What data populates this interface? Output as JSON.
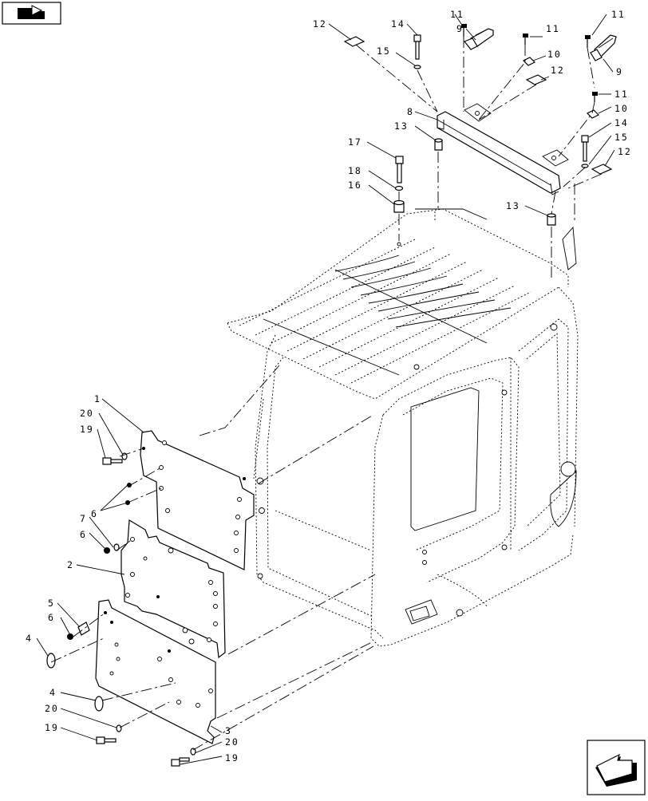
{
  "diagram": {
    "nav": {
      "top_icon": "folder-arrow-icon",
      "bottom_icon": "next-page-arrow-icon"
    },
    "callouts": [
      {
        "id": "c12a",
        "text": "12"
      },
      {
        "id": "c14a",
        "text": "14"
      },
      {
        "id": "c15a",
        "text": "15"
      },
      {
        "id": "c11a",
        "text": "11"
      },
      {
        "id": "c9a",
        "text": "9"
      },
      {
        "id": "c11b",
        "text": "11"
      },
      {
        "id": "c10a",
        "text": "10"
      },
      {
        "id": "c12b",
        "text": "12"
      },
      {
        "id": "c11c",
        "text": "11"
      },
      {
        "id": "c9b",
        "text": "9"
      },
      {
        "id": "c11d",
        "text": "11"
      },
      {
        "id": "c10b",
        "text": "10"
      },
      {
        "id": "c14b",
        "text": "14"
      },
      {
        "id": "c15b",
        "text": "15"
      },
      {
        "id": "c12c",
        "text": "12"
      },
      {
        "id": "c8",
        "text": "8"
      },
      {
        "id": "c13a",
        "text": "13"
      },
      {
        "id": "c13b",
        "text": "13"
      },
      {
        "id": "c17",
        "text": "17"
      },
      {
        "id": "c18",
        "text": "18"
      },
      {
        "id": "c16",
        "text": "16"
      },
      {
        "id": "c1",
        "text": "1"
      },
      {
        "id": "c20a",
        "text": "20"
      },
      {
        "id": "c19a",
        "text": "19"
      },
      {
        "id": "c6a",
        "text": "6"
      },
      {
        "id": "c7",
        "text": "7"
      },
      {
        "id": "c6b",
        "text": "6"
      },
      {
        "id": "c2",
        "text": "2"
      },
      {
        "id": "c5",
        "text": "5"
      },
      {
        "id": "c6c",
        "text": "6"
      },
      {
        "id": "c4a",
        "text": "4"
      },
      {
        "id": "c4b",
        "text": "4"
      },
      {
        "id": "c20b",
        "text": "20"
      },
      {
        "id": "c19b",
        "text": "19"
      },
      {
        "id": "c3",
        "text": "3"
      },
      {
        "id": "c20c",
        "text": "20"
      },
      {
        "id": "c19c",
        "text": "19"
      }
    ]
  }
}
